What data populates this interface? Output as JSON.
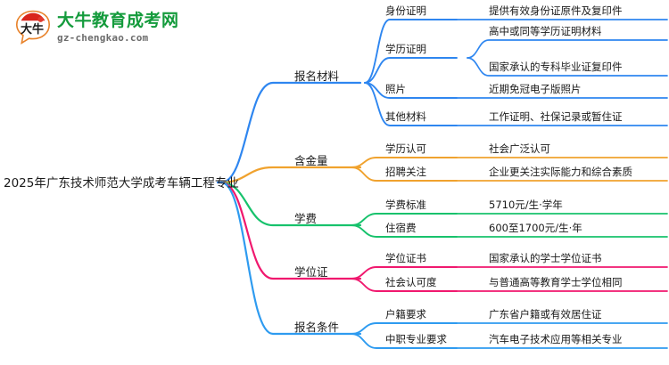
{
  "logo": {
    "mark_text": "大牛",
    "name_cn": "大牛教育成考网",
    "name_en": "gz-chengkao.com",
    "green": "#149B3C",
    "red": "#D9261C"
  },
  "root": {
    "title": "2025年广东技术师范大学成考车辆工程专业"
  },
  "colors": {
    "branch_1": "#2E86F0",
    "branch_2": "#F0A22E",
    "branch_3": "#17C26C",
    "branch_4": "#F0186E",
    "branch_5": "#2E9BF0"
  },
  "branches": [
    {
      "label": "报名材料",
      "color": "#2E86F0",
      "children": [
        {
          "label": "身份证明",
          "leaves": [
            {
              "text": "提供有效身份证原件及复印件"
            }
          ]
        },
        {
          "label": "学历证明",
          "leaves": [
            {
              "text": "高中或同等学历证明材料"
            },
            {
              "text": "国家承认的专科毕业证复印件"
            }
          ]
        },
        {
          "label": "照片",
          "leaves": [
            {
              "text": "近期免冠电子版照片"
            }
          ]
        },
        {
          "label": "其他材料",
          "leaves": [
            {
              "text": "工作证明、社保记录或暂住证"
            }
          ]
        }
      ]
    },
    {
      "label": "含金量",
      "color": "#F0A22E",
      "children": [
        {
          "label": "学历认可",
          "leaves": [
            {
              "text": "社会广泛认可"
            }
          ]
        },
        {
          "label": "招聘关注",
          "leaves": [
            {
              "text": "企业更关注实际能力和综合素质"
            }
          ]
        }
      ]
    },
    {
      "label": "学费",
      "color": "#17C26C",
      "children": [
        {
          "label": "学费标准",
          "leaves": [
            {
              "text": "5710元/生·学年"
            }
          ]
        },
        {
          "label": "住宿费",
          "leaves": [
            {
              "text": "600至1700元/生·年"
            }
          ]
        }
      ]
    },
    {
      "label": "学位证",
      "color": "#F0186E",
      "children": [
        {
          "label": "学位证书",
          "leaves": [
            {
              "text": "国家承认的学士学位证书"
            }
          ]
        },
        {
          "label": "社会认可度",
          "leaves": [
            {
              "text": "与普通高等教育学士学位相同"
            }
          ]
        }
      ]
    },
    {
      "label": "报名条件",
      "color": "#2E9BF0",
      "children": [
        {
          "label": "户籍要求",
          "leaves": [
            {
              "text": "广东省户籍或有效居住证"
            }
          ]
        },
        {
          "label": "中职专业要求",
          "leaves": [
            {
              "text": "汽车电子技术应用等相关专业"
            }
          ]
        }
      ]
    }
  ]
}
